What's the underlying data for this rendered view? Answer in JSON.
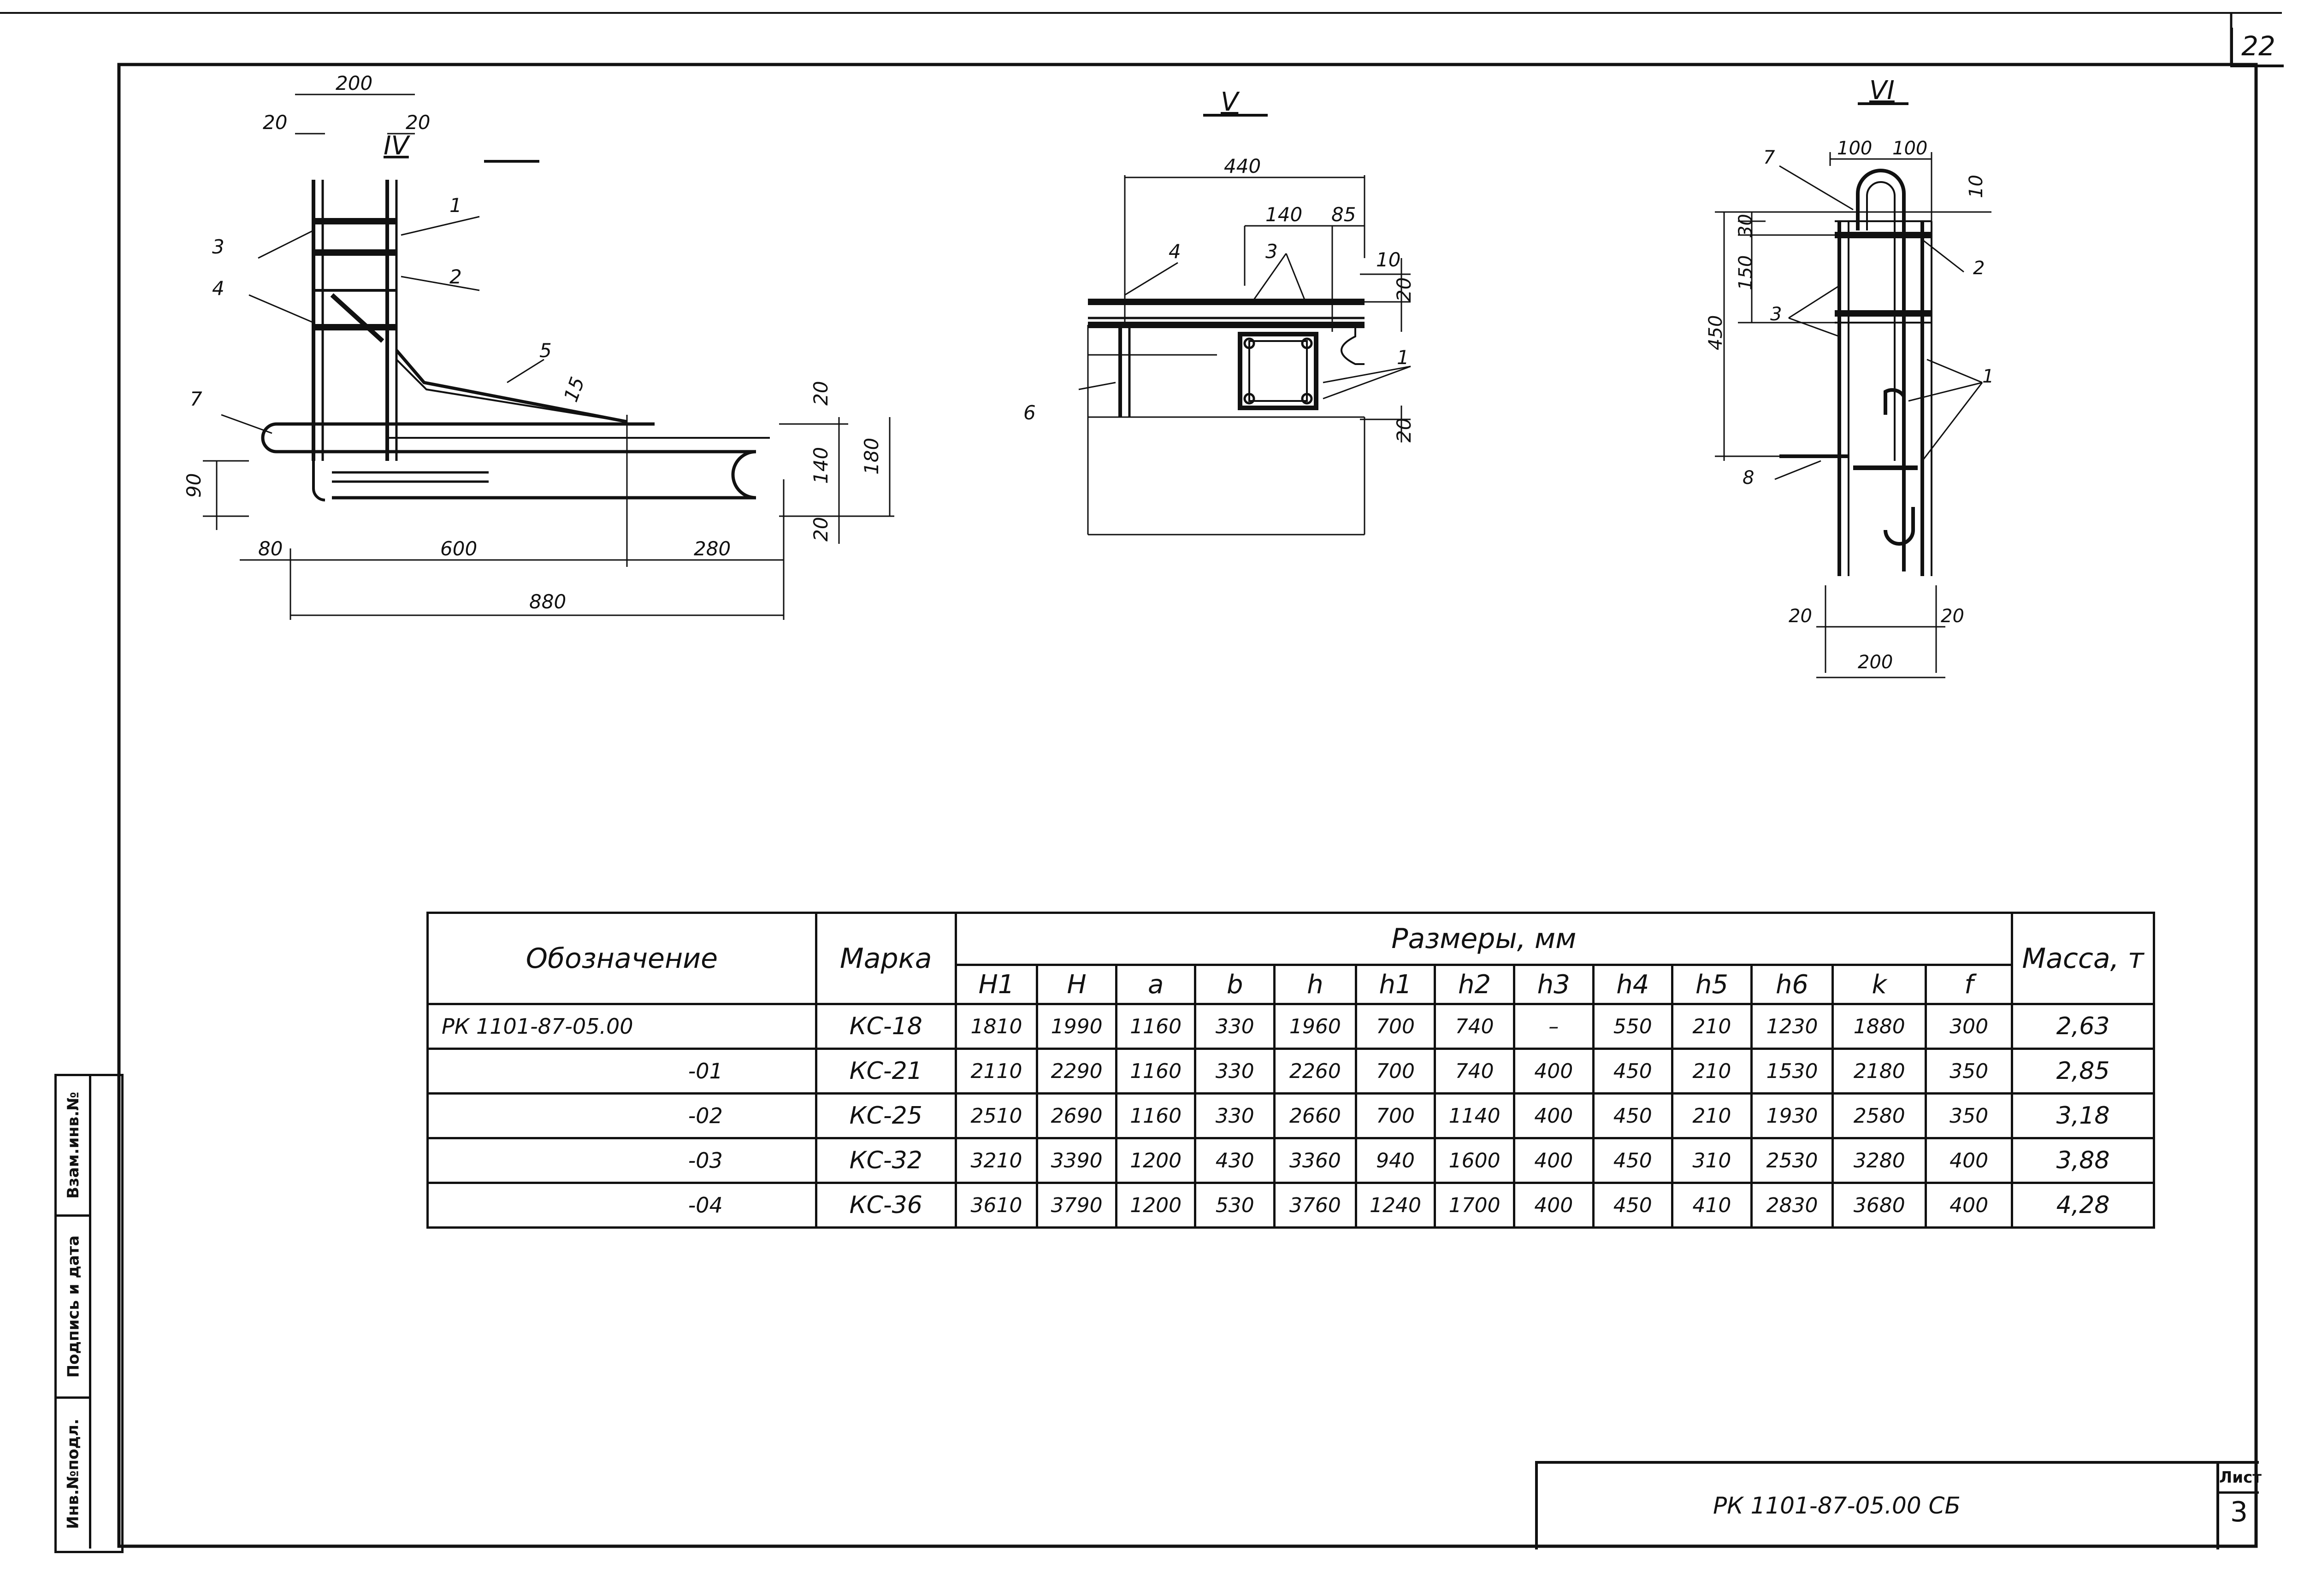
{
  "sheet_number": "22",
  "views": {
    "iv": {
      "title": "IV",
      "dims": [
        "200",
        "20",
        "20",
        "600",
        "280",
        "880",
        "80",
        "90",
        "20",
        "140",
        "180",
        "20",
        "15"
      ],
      "callouts": [
        "1",
        "2",
        "3",
        "4",
        "5",
        "7"
      ]
    },
    "v": {
      "title": "V",
      "dims": [
        "440",
        "140",
        "85",
        "10",
        "20",
        "20"
      ],
      "callouts": [
        "1",
        "3",
        "4",
        "6"
      ]
    },
    "vi": {
      "title": "VI",
      "dims": [
        "100",
        "100",
        "10",
        "30",
        "150",
        "450",
        "20",
        "20",
        "200"
      ],
      "callouts": [
        "1",
        "2",
        "3",
        "7",
        "8"
      ]
    }
  },
  "table": {
    "header": {
      "designation": "Обозначение",
      "mark": "Марка",
      "sizes": "Размеры, мм",
      "mass": "Масса, т"
    },
    "size_columns": [
      "H1",
      "H",
      "a",
      "b",
      "h",
      "h1",
      "h2",
      "h3",
      "h4",
      "h5",
      "h6",
      "k",
      "f"
    ],
    "rows": [
      {
        "designation": "РК 1101-87-05.00",
        "mark": "КС-18",
        "sizes": [
          "1810",
          "1990",
          "1160",
          "330",
          "1960",
          "700",
          "740",
          "–",
          "550",
          "210",
          "1230",
          "1880",
          "300"
        ],
        "mass": "2,63"
      },
      {
        "designation": "-01",
        "mark": "КС-21",
        "sizes": [
          "2110",
          "2290",
          "1160",
          "330",
          "2260",
          "700",
          "740",
          "400",
          "450",
          "210",
          "1530",
          "2180",
          "350"
        ],
        "mass": "2,85"
      },
      {
        "designation": "-02",
        "mark": "КС-25",
        "sizes": [
          "2510",
          "2690",
          "1160",
          "330",
          "2660",
          "700",
          "1140",
          "400",
          "450",
          "210",
          "1930",
          "2580",
          "350"
        ],
        "mass": "3,18"
      },
      {
        "designation": "-03",
        "mark": "КС-32",
        "sizes": [
          "3210",
          "3390",
          "1200",
          "430",
          "3360",
          "940",
          "1600",
          "400",
          "450",
          "310",
          "2530",
          "3280",
          "400"
        ],
        "mass": "3,88"
      },
      {
        "designation": "-04",
        "mark": "КС-36",
        "sizes": [
          "3610",
          "3790",
          "1200",
          "530",
          "3760",
          "1240",
          "1700",
          "400",
          "450",
          "410",
          "2830",
          "3680",
          "400"
        ],
        "mass": "4,28"
      }
    ]
  },
  "stamp": {
    "inv_orig": "Инв.№подл.",
    "sign_date": "Подпись и дата",
    "vzam_inv": "Взам.инв.№"
  },
  "title_block": {
    "doc_code": "РК 1101-87-05.00 СБ",
    "sheet_label": "Лист",
    "sheet": "3"
  }
}
